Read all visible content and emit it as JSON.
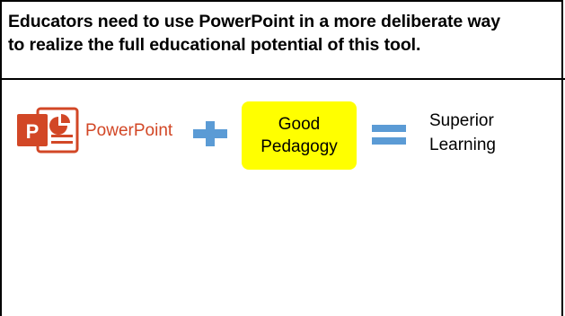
{
  "slide": {
    "title_line_1": "Educators need to use PowerPoint in a more deliberate way",
    "title_line_2": "to realize the full educational potential of this tool."
  },
  "equation": {
    "powerpoint_logo_icon": "powerpoint-logo-icon",
    "powerpoint_word": "PowerPoint",
    "plus_icon": "plus-icon",
    "pedagogy_line_1": "Good",
    "pedagogy_line_2": "Pedagogy",
    "equals_icon": "equals-icon",
    "result_line_1": "Superior",
    "result_line_2": "Learning"
  },
  "colors": {
    "powerpoint_orange": "#d24726",
    "operator_blue": "#5b9bd5",
    "highlight_yellow": "#ffff00"
  }
}
